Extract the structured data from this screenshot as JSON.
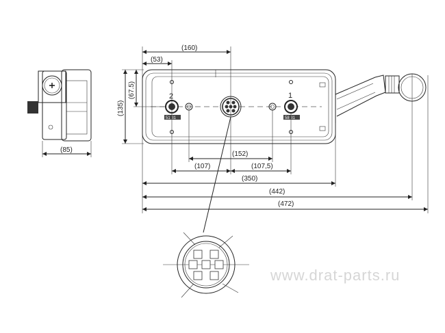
{
  "watermark": "www.drat-parts.ru",
  "labels": {
    "connector_left": "2",
    "connector_right": "1",
    "plate_left": "51 31",
    "plate_right": "58 31"
  },
  "dimensions": {
    "d160": "(160)",
    "d53": "(53)",
    "d67_5": "(67.5)",
    "d135": "(135)",
    "d152": "(152)",
    "d107": "(107)",
    "d107_5": "(107,5)",
    "d350": "(350)",
    "d442": "(442)",
    "d472": "(472)",
    "d85": "(85)"
  }
}
